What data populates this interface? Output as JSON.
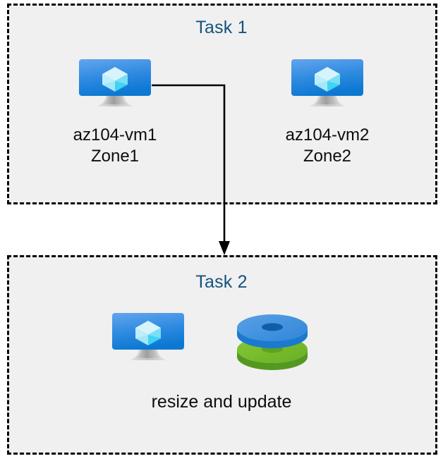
{
  "diagram": {
    "title_text_color": "#15537f",
    "group_fill_color": "#f0f0f0",
    "group_border_color": "#000000",
    "connector_color": "#000000",
    "groups": [
      {
        "id": "task1",
        "label": "Task 1",
        "nodes": [
          {
            "id": "vm1",
            "icon": "azure-virtual-machine-icon",
            "label_line1": "az104-vm1",
            "label_line2": "Zone1"
          },
          {
            "id": "vm2",
            "icon": "azure-virtual-machine-icon",
            "label_line1": "az104-vm2",
            "label_line2": "Zone2"
          }
        ]
      },
      {
        "id": "task2",
        "label": "Task 2",
        "caption": "resize and update",
        "nodes": [
          {
            "id": "vm3",
            "icon": "azure-virtual-machine-icon"
          },
          {
            "id": "disks",
            "icon": "azure-disks-icon"
          }
        ]
      }
    ],
    "connector": {
      "from": "vm1",
      "to": "task2",
      "style": "elbow-arrow"
    },
    "icon_colors": {
      "vm_screen_top": "#5ea0ec",
      "vm_screen_bottom": "#0f7ad4",
      "vm_cube_light": "#c8f0fb",
      "vm_cube_mid": "#9fe5f7",
      "vm_cube_bright": "#3fd3f5",
      "vm_stand": "#b8b8b8",
      "disk_blue_top": "#3d8ddd",
      "disk_blue_side": "#1b7ad0",
      "disk_blue_hole": "#0f5fa8",
      "disk_green_top": "#76bc2a",
      "disk_green_side": "#559b21",
      "disk_green_hole": "#5ba321"
    }
  }
}
